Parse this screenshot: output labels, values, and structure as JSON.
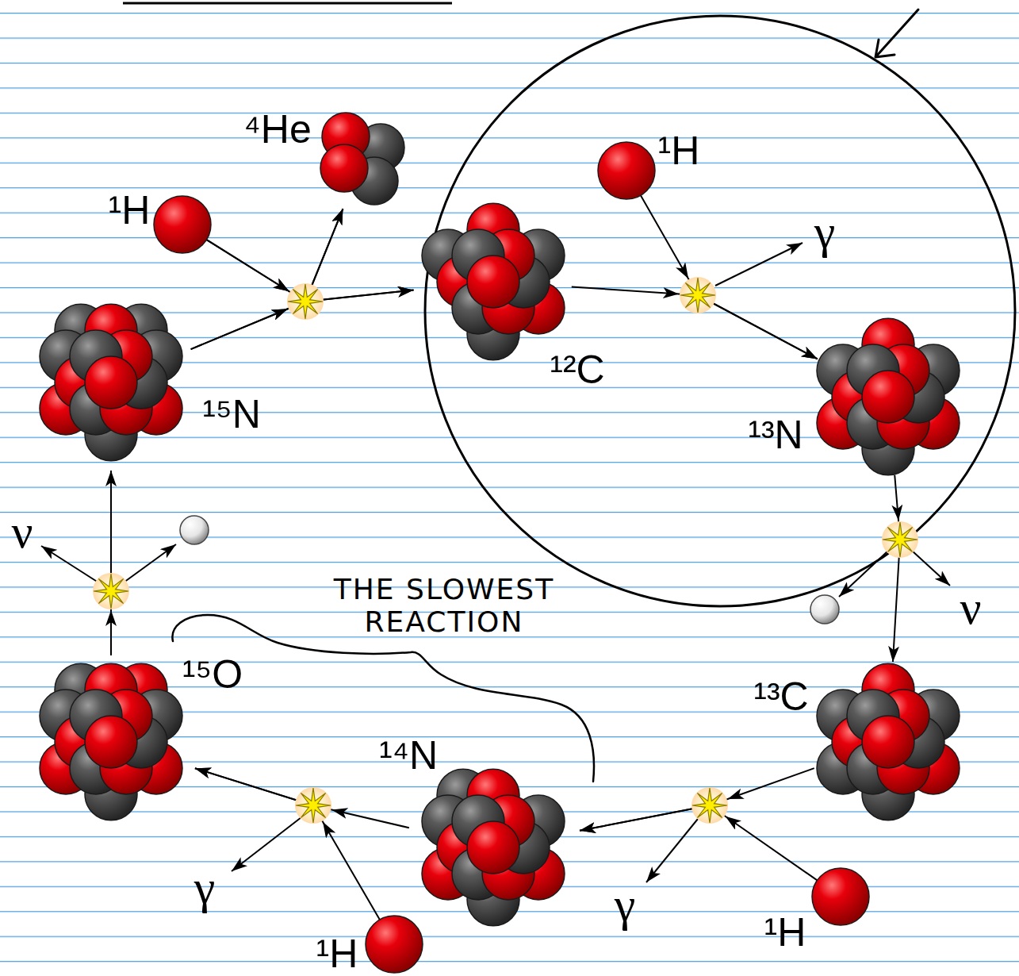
{
  "diagram": {
    "nodes": [
      {
        "text": [
          "⁴He"
        ]
      },
      {
        "text": [
          "¹H"
        ]
      },
      {
        "text": [
          "¹²C"
        ]
      },
      {
        "text": [
          "¹H"
        ]
      },
      {
        "text": [
          "¹⁵N"
        ]
      },
      {
        "text": [
          "¹³N"
        ]
      },
      {
        "text": [
          "¹⁵O"
        ]
      },
      {
        "text": [
          "¹³C"
        ]
      },
      {
        "text": [
          "¹⁴N"
        ]
      },
      {
        "text": [
          "¹H"
        ]
      },
      {
        "text": [
          "¹H"
        ]
      }
    ],
    "edges": [
      {
        "from": 4,
        "to": 0,
        "arrow": "to"
      },
      {
        "from": 4,
        "to": 2,
        "arrow": "to"
      },
      {
        "from": 1,
        "to": 0,
        "arrow": "to"
      },
      {
        "from": 1,
        "to": 2,
        "arrow": "to"
      },
      {
        "from": 2,
        "to": 5,
        "arrow": "to"
      },
      {
        "from": 3,
        "to": 5,
        "arrow": "to"
      },
      {
        "from": 5,
        "to": 7,
        "arrow": "to"
      },
      {
        "from": 7,
        "to": 8,
        "arrow": "to"
      },
      {
        "from": 9,
        "to": 8,
        "arrow": "to"
      },
      {
        "from": 8,
        "to": 6,
        "arrow": "to"
      },
      {
        "from": 10,
        "to": 6,
        "arrow": "to"
      },
      {
        "from": 6,
        "to": 4,
        "arrow": "to"
      }
    ],
    "labels": [
      "γ",
      "ν",
      "THE SLOWEST REACTION",
      "ν",
      "γ",
      "γ"
    ]
  }
}
